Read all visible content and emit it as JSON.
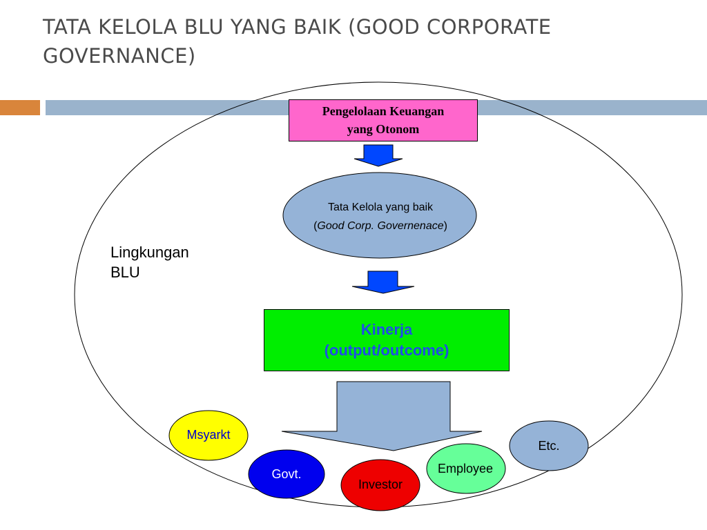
{
  "slide": {
    "title_line1": "TATA KELOLA BLU YANG BAIK (GOOD CORPORATE",
    "title_line2": "GOVERNANCE)"
  },
  "diagram": {
    "pengelolaan": {
      "line1": "Pengelolaan Keuangan",
      "line2": "yang Otonom"
    },
    "tata_kelola": {
      "line1": "Tata Kelola yang baik",
      "line2_open": "(",
      "line2_italic": "Good Corp. Governenace",
      "line2_close": ")"
    },
    "kinerja": {
      "line1": "Kinerja",
      "line2": "(output/outcome)"
    },
    "lingkungan": {
      "line1": "Lingkungan",
      "line2": "BLU"
    },
    "stakeholders": {
      "msyarkt": "Msyarkt",
      "govt": "Govt.",
      "investor": "Investor",
      "employee": "Employee",
      "etc": "Etc."
    }
  },
  "colors": {
    "title": "#4a4a4a",
    "accent_orange": "#d9853b",
    "accent_blue": "#9ab3cc",
    "pengelolaan_fill": "#ff66cc",
    "tata_fill": "#95b3d7",
    "kinerja_fill": "#00ee00",
    "kinerja_text": "#1f4ee6",
    "arrow_blue": "#0047ff",
    "big_arrow": "#95b3d7",
    "msyarkt_fill": "#ffff00",
    "govt_fill": "#0000ee",
    "investor_fill": "#ee0000",
    "employee_fill": "#66ff99",
    "etc_fill": "#95b3d7"
  }
}
